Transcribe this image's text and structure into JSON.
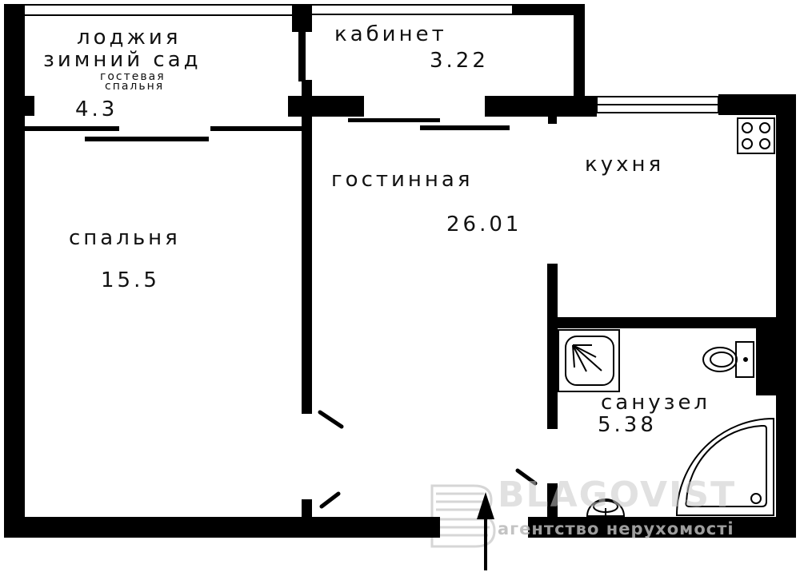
{
  "plan": {
    "rooms": [
      {
        "id": "loggia",
        "name_line1": "лоджия",
        "name_line2": "зимний сад",
        "subname_line1": "гостевая",
        "subname_line2": "спальня",
        "area": "4.3"
      },
      {
        "id": "cabinet",
        "name": "кабинет",
        "area": "3.22"
      },
      {
        "id": "kitchen",
        "name": "кухня"
      },
      {
        "id": "living",
        "name": "гостинная",
        "area": "26.01"
      },
      {
        "id": "bedroom",
        "name": "спальня",
        "area": "15.5"
      },
      {
        "id": "bathroom",
        "name": "санузел",
        "area": "5.38"
      }
    ],
    "fixtures": [
      "stove-icon",
      "shower-icon",
      "toilet-icon",
      "bathtub-icon",
      "sink-icon",
      "entrance-arrow-icon"
    ],
    "colors": {
      "wall": "#000000",
      "background": "#ffffff",
      "watermark": "#c8c8c8"
    }
  },
  "watermark": {
    "brand": "BLAGOVIST",
    "tagline": "агентство нерухомості"
  }
}
